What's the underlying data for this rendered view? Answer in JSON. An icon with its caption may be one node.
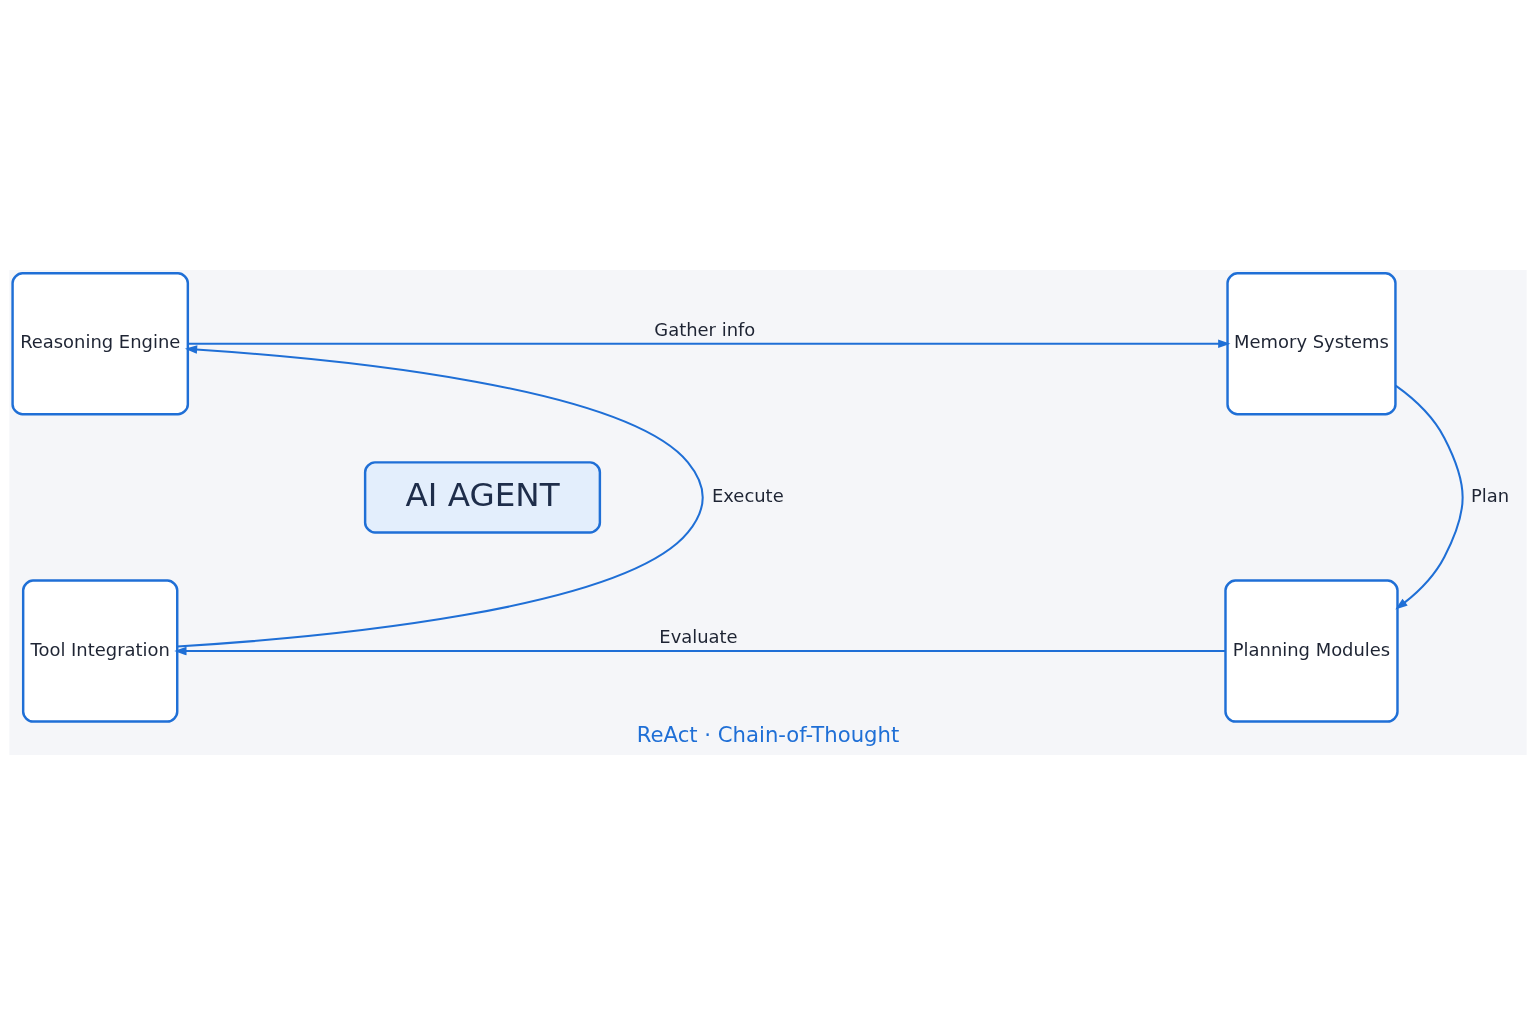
{
  "diagram": {
    "caption": "ReAct · Chain-of-Thought",
    "nodes": [
      {
        "text": [
          "Reasoning Engine"
        ]
      },
      {
        "text": [
          "Memory Systems"
        ]
      },
      {
        "text": [
          "AI AGENT"
        ]
      },
      {
        "text": [
          "Tool Integration"
        ]
      },
      {
        "text": [
          "Planning Modules"
        ]
      }
    ],
    "edges": [
      {
        "from": 0,
        "to": 1,
        "arrow": "to",
        "label": "Gather info"
      },
      {
        "from": 1,
        "to": 4,
        "arrow": "to",
        "label": "Plan"
      },
      {
        "from": 4,
        "to": 3,
        "arrow": "to",
        "label": "Evaluate"
      },
      {
        "from": 3,
        "to": 0,
        "arrow": "to",
        "label": "Execute"
      }
    ]
  }
}
